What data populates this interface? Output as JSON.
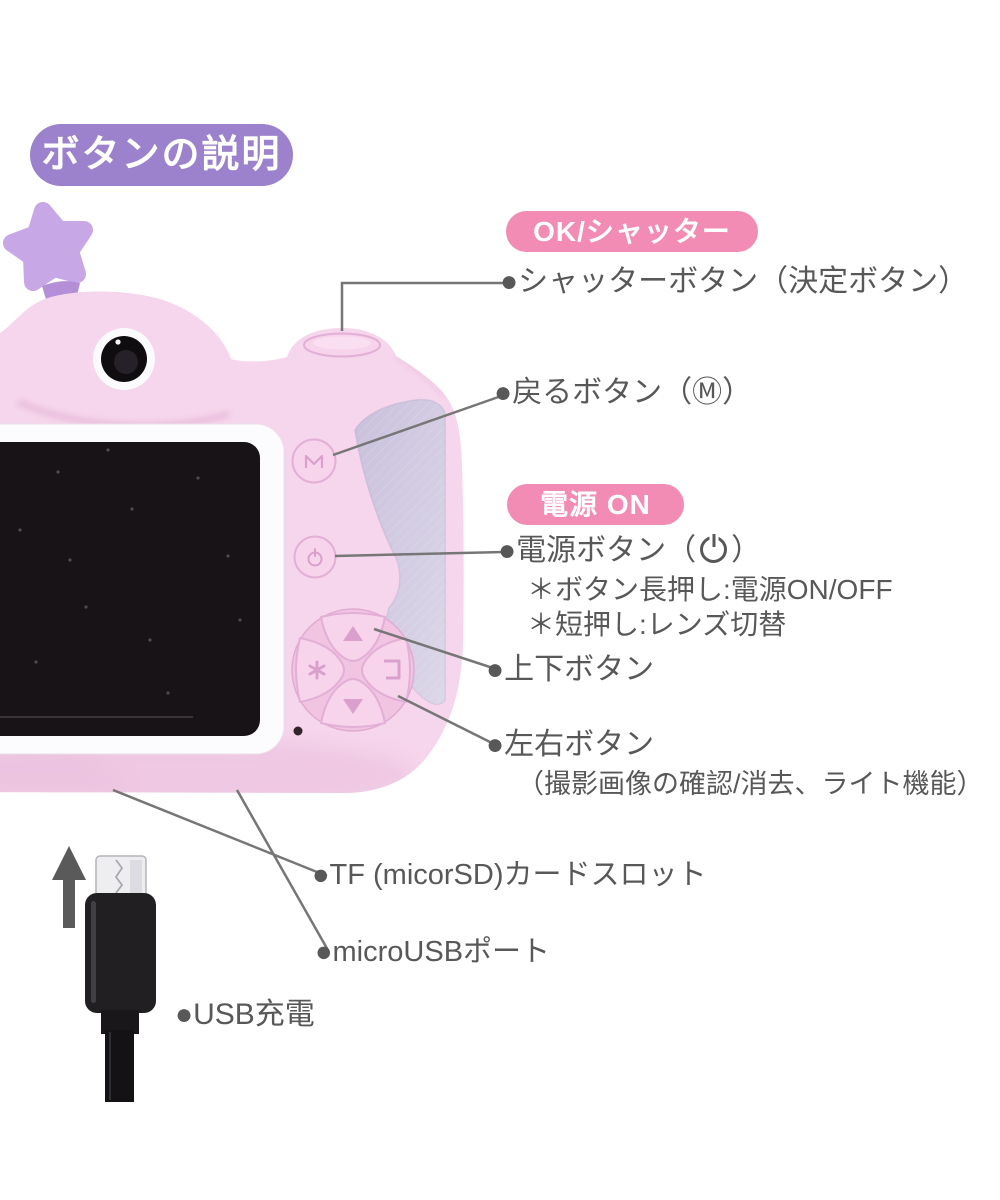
{
  "page": {
    "background": "#ffffff"
  },
  "title_badge": {
    "text": "ボタンの説明"
  },
  "badges": {
    "ok_shutter": "OK/シャッター",
    "power_on": "電源 ON"
  },
  "labels": {
    "shutter": "●シャッターボタン（決定ボタン）",
    "back": "●戻るボタン（Ⓜ）",
    "power_prefix": "●電源ボタン（",
    "power_suffix": "）",
    "power_note1": "＊ボタン長押し:電源ON/OFF",
    "power_note2": "＊短押し:レンズ切替",
    "updown": "●上下ボタン",
    "leftright": "●左右ボタン",
    "leftright_note": "（撮影画像の確認/消去、ライト機能）",
    "tf_slot": "●TF (micorSD)カードスロット",
    "usb_port": "●microUSBポート",
    "usb_charge": "●USB充電"
  },
  "icons": {
    "power": "power-symbol-icon",
    "circled_m": "circled-m-icon",
    "up_arrow": "usb-direction-up-arrow",
    "dpad_up": "up-triangle-icon",
    "dpad_down": "down-triangle-icon",
    "dpad_left": "light-flower-icon",
    "dpad_right": "return-icon"
  },
  "colors": {
    "body_pink": "#f6d6ec",
    "body_shade": "#e9bedd",
    "star_purple": "#c7a7e6",
    "star_stem": "#b48fd8",
    "grip_gray": "#c9c1dc",
    "frame_white": "#fcfbfd",
    "screen_black": "#171317",
    "button_fill": "#f7d3ec",
    "button_stroke": "#e2afd6",
    "dpad_base": "#f1c4e2",
    "glyph_pink": "#d9a0cb",
    "line_gray": "#767676",
    "text_gray": "#585858",
    "badge_purple": "#9c82cc",
    "badge_pink": "#f28cb5",
    "usb_silver": "#eeeef1",
    "usb_black": "#211f22",
    "arrow_gray": "#5a5a5a",
    "page_bg": "#ffffff"
  }
}
